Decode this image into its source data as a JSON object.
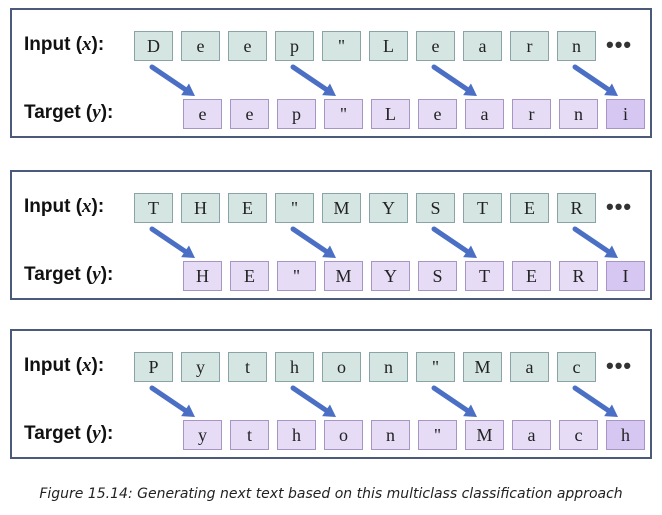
{
  "labels": {
    "input": "Input (",
    "input_var": "x",
    "target": "Target (",
    "target_var": "y",
    "close": "):"
  },
  "ellipsis": "•••",
  "panels": [
    {
      "input": [
        "D",
        "e",
        "e",
        "p",
        "''",
        "L",
        "e",
        "a",
        "r",
        "n"
      ],
      "target": [
        "e",
        "e",
        "p",
        "''",
        "L",
        "e",
        "a",
        "r",
        "n",
        "i"
      ]
    },
    {
      "input": [
        "T",
        "H",
        "E",
        "''",
        "M",
        "Y",
        "S",
        "T",
        "E",
        "R"
      ],
      "target": [
        "H",
        "E",
        "''",
        "M",
        "Y",
        "S",
        "T",
        "E",
        "R",
        "I"
      ]
    },
    {
      "input": [
        "P",
        "y",
        "t",
        "h",
        "o",
        "n",
        "''",
        "M",
        "a",
        "c"
      ],
      "target": [
        "y",
        "t",
        "h",
        "o",
        "n",
        "''",
        "M",
        "a",
        "c",
        "h"
      ]
    }
  ],
  "caption": "Figure 15.14: Generating next text based on this multiclass classification approach",
  "colors": {
    "input_cell": "#d5e6e2",
    "target_cell": "#e6dcf6",
    "arrow": "#4a6fc4",
    "border": "#4a5a78"
  }
}
